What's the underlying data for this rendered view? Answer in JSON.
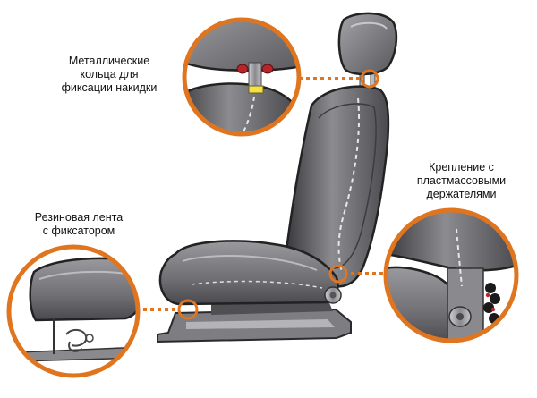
{
  "labels": {
    "headrest_rings": "Металлические\nкольца для\nфиксации накидки",
    "backrest_holders": "Крепление с\nпластмассовыми\nдержателями",
    "cushion_band": "Резиновая лента\nс фиксатором"
  },
  "colors": {
    "callout_orange": "#e0751f",
    "seat_dark": "#2e2e30",
    "seat_mid": "#6e6e72",
    "seat_light": "#a6a6aa",
    "stitch": "#dcdcdc",
    "accent_red": "#b8242a",
    "accent_yellow": "#f3e14a"
  },
  "icons": [
    "car-seat-illustration",
    "headrest-ring-detail",
    "backrest-holder-detail",
    "cushion-band-detail"
  ]
}
